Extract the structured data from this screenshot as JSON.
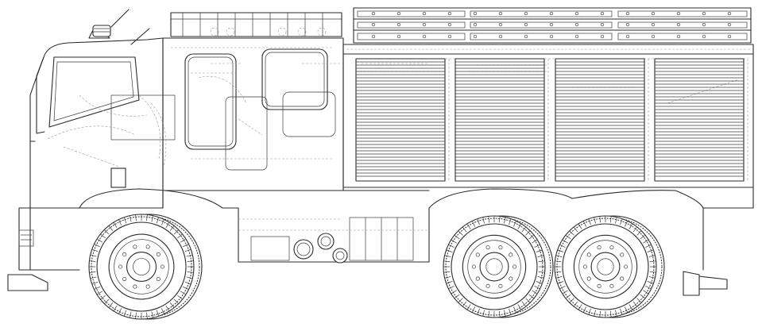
{
  "drawing": {
    "subject": "",
    "colors": {
      "background": "#ffffff",
      "line": "#2b2b2b",
      "hidden_line": "#9a9a9a"
    },
    "roller_shutters": 4,
    "axles": 3,
    "roof_ladder_sections": 3
  }
}
